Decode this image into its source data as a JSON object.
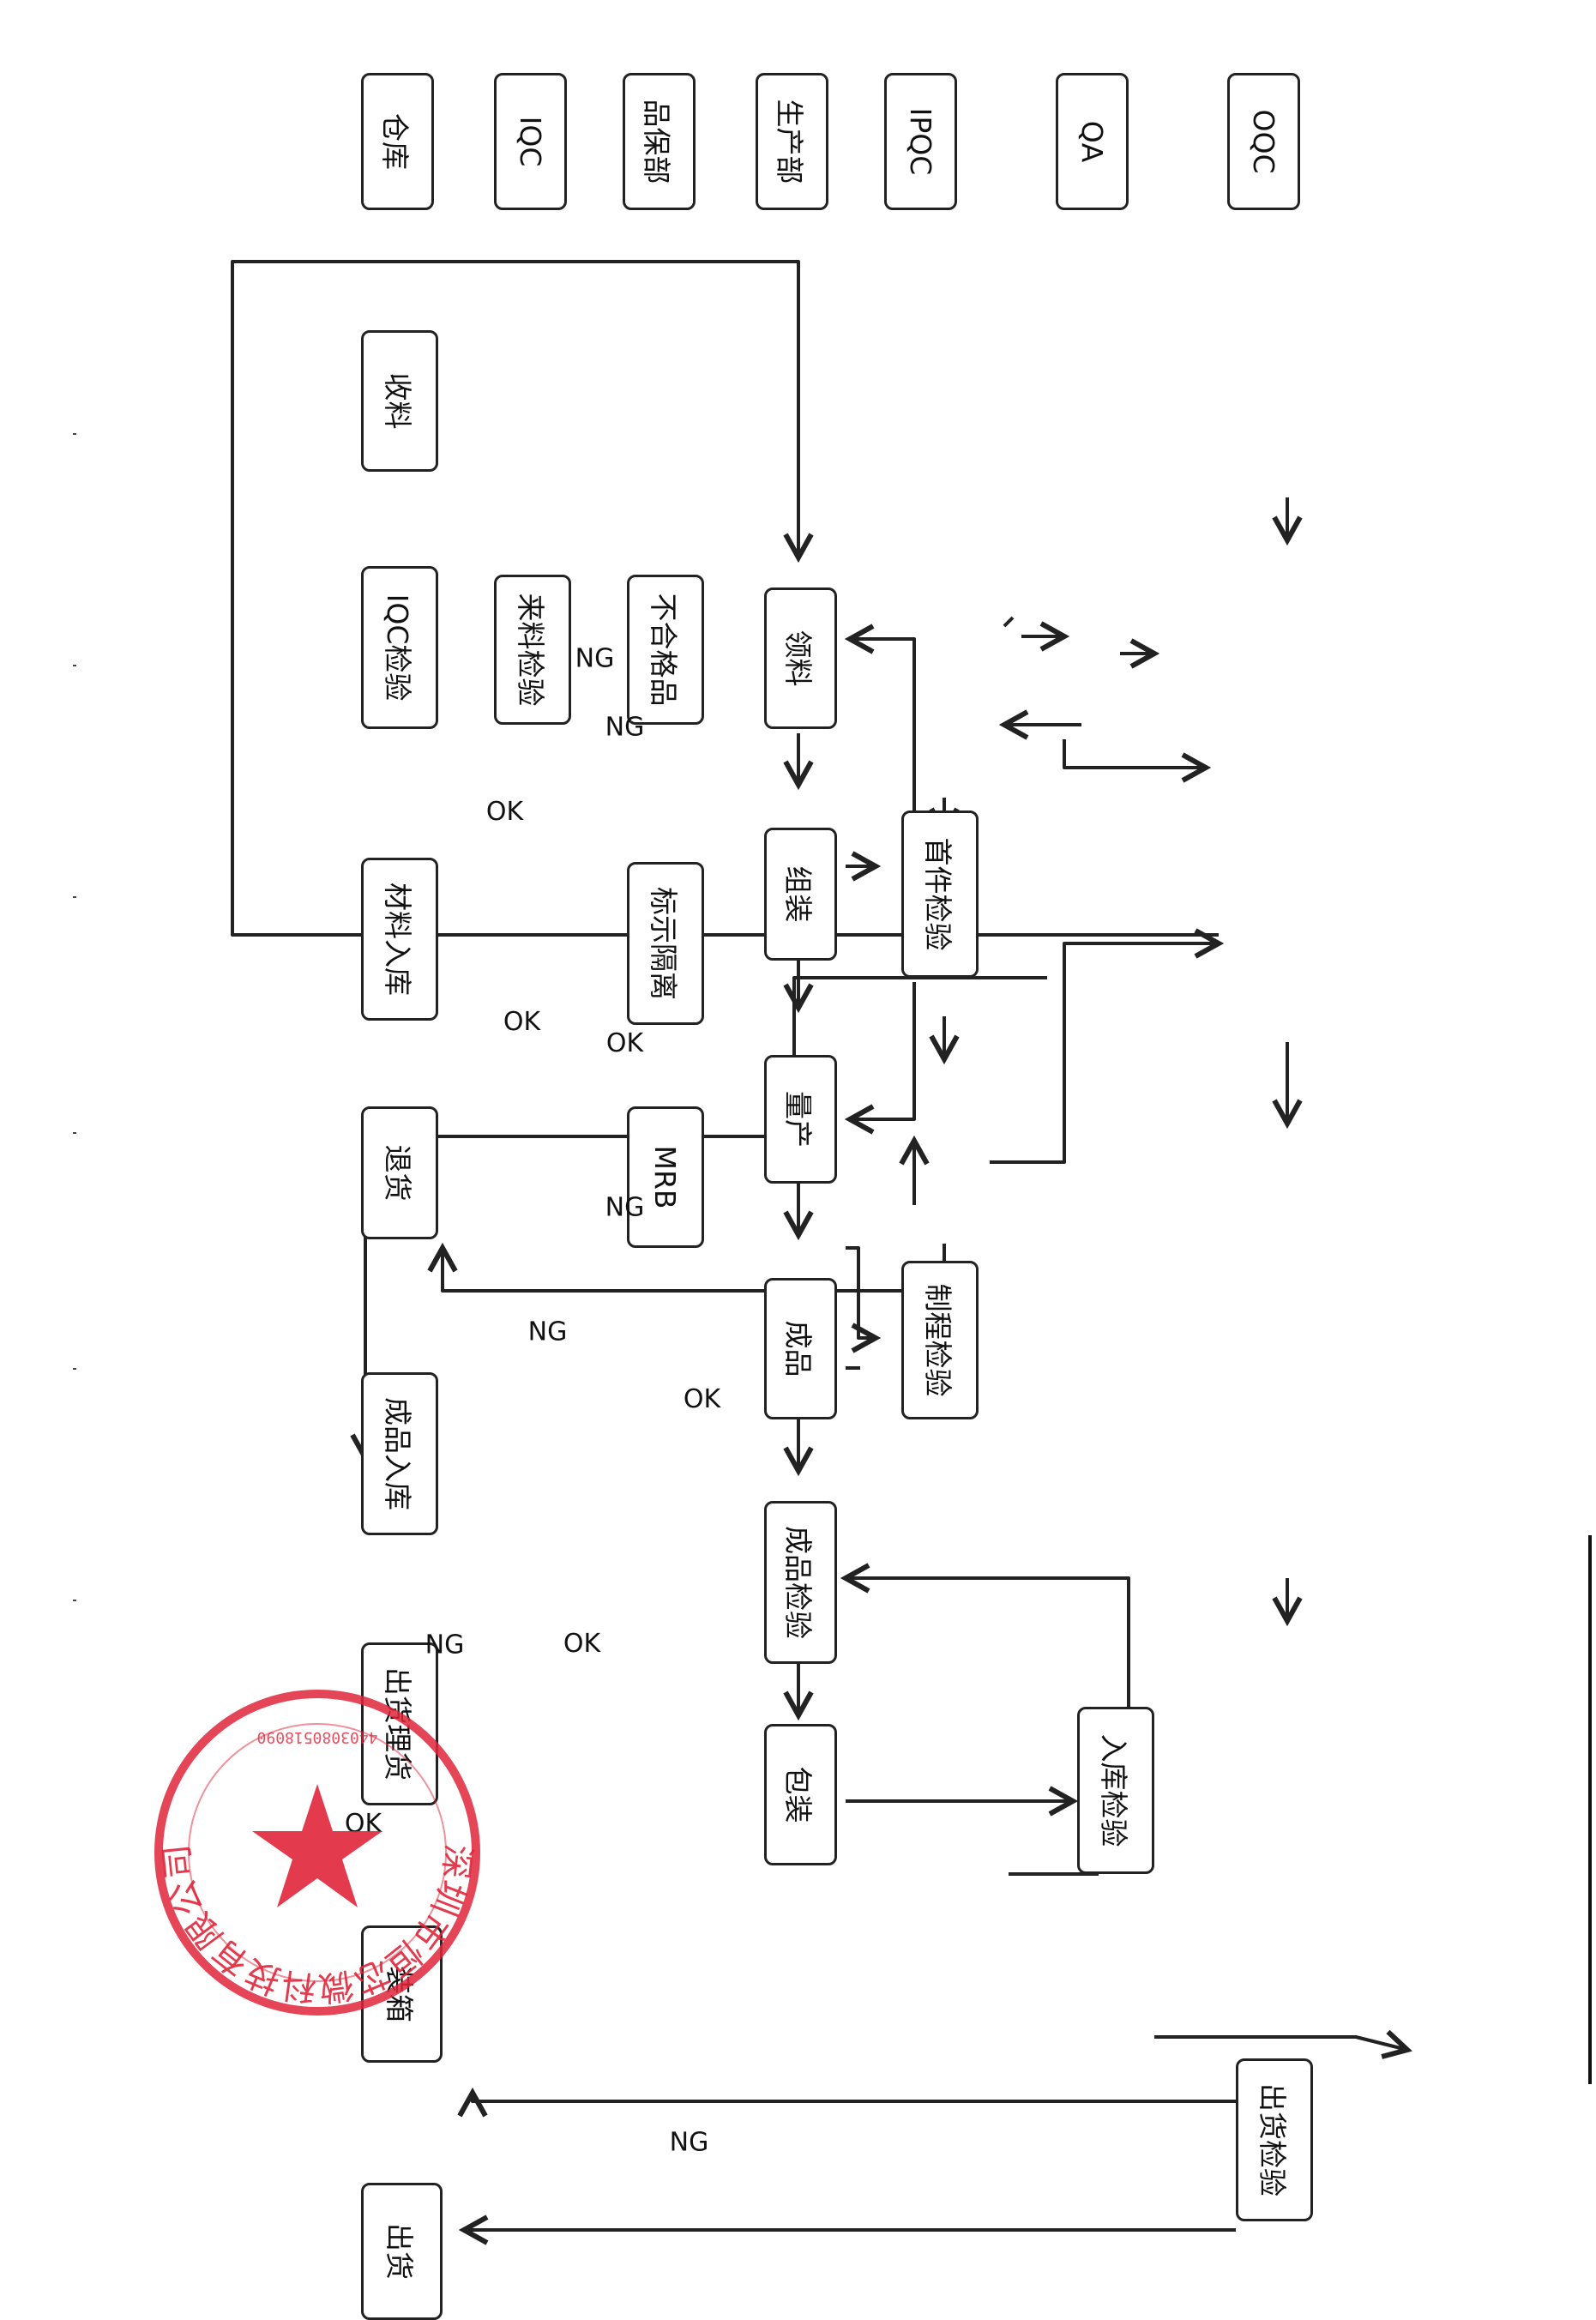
{
  "legend": {
    "warehouse": "仓库",
    "iqc": "IQC",
    "quality": "品保部",
    "production": "生产部",
    "ipqc": "IPQC",
    "qa": "QA",
    "oqc": "OQC"
  },
  "nodes": {
    "receive": "收料",
    "iqc_inspect": "IQC检验",
    "material_in": "材料入库",
    "return_goods": "退货",
    "fg_in": "成品入库",
    "ship_prep": "出货理货",
    "boxing": "装箱",
    "ship": "出货",
    "incoming_inspect": "来料检验",
    "nonconforming": "不合格品",
    "mark_isolate": "标示隔离",
    "mrb": "MRB",
    "pick_material": "领料",
    "assembly": "组装",
    "mass_production": "量产",
    "finished": "成品",
    "fg_inspect": "成品检验",
    "packing": "包装",
    "first_article": "首件检验",
    "process_inspect": "制程检验",
    "storage_inspect": "入库检验",
    "outgoing_inspect": "出货检验"
  },
  "labels": {
    "ng_incoming": "NG",
    "ok_incoming": "OK",
    "ok_mrb": "OK",
    "ng_mrb": "NG",
    "ng_first": "NG",
    "ok_first": "OK",
    "ng_process": "NG",
    "ok_process": "OK",
    "ng_storage": "NG",
    "ok_packing": "OK",
    "ok_storage": "OK",
    "ng_outgoing": "NG"
  },
  "stamp": {
    "text": "深圳市恒芯微科技有限公司",
    "code": "4403080518090"
  },
  "colors": {
    "ink": "#222222",
    "stamp": "#e0263a"
  }
}
